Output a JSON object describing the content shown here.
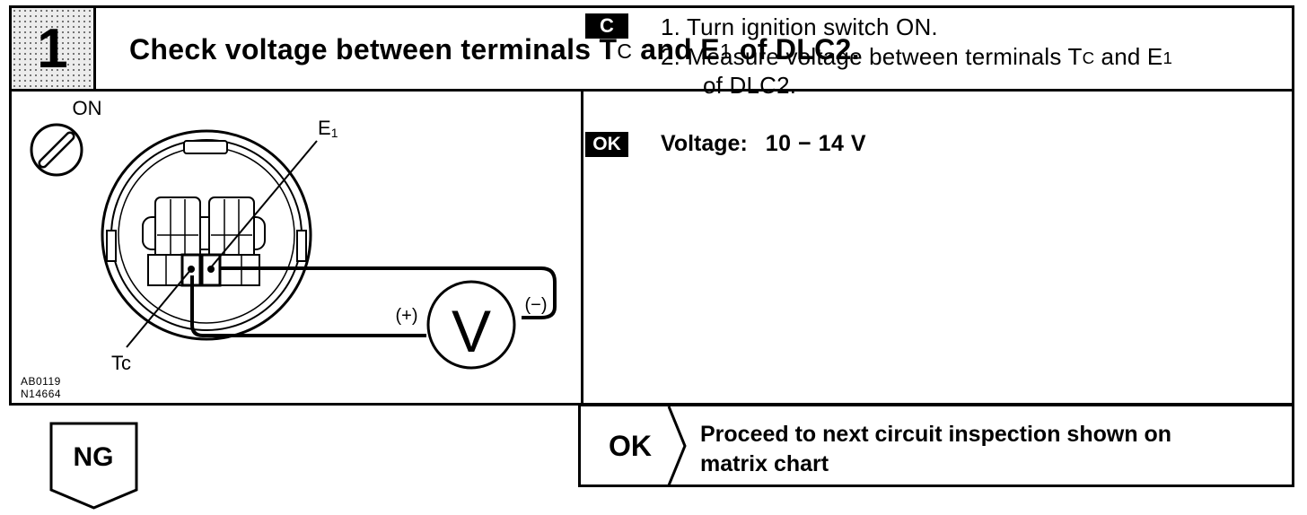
{
  "header": {
    "step_number": "1",
    "title_pre": "Check voltage between terminals T",
    "title_tc_sub": "C",
    "title_mid": " and E",
    "title_e_sub": "1",
    "title_post": " of DLC2."
  },
  "diagram": {
    "ignition_label": "ON",
    "terminal_e1_main": "E",
    "terminal_e1_sub": "1",
    "terminal_tc": "Tc",
    "meter_plus": "(+)",
    "meter_minus": "(−)",
    "meter_symbol": "V",
    "figure_code_1": "AB0119",
    "figure_code_2": "N14664"
  },
  "instructions": {
    "condition_tag": "C",
    "step1": "1.  Turn ignition switch ON.",
    "step2_pre": "2.  Measure voltage between terminals T",
    "step2_tc_sub": "C",
    "step2_mid": " and E",
    "step2_e_sub": "1",
    "step2_cont": "of DLC2.",
    "ok_tag": "OK",
    "voltage_label": "Voltage:",
    "voltage_value": "10  −  14 V"
  },
  "result_ok": {
    "label": "OK",
    "text_line1": "Proceed to next circuit inspection shown on",
    "text_line2": "matrix chart"
  },
  "result_ng": {
    "label": "NG"
  }
}
